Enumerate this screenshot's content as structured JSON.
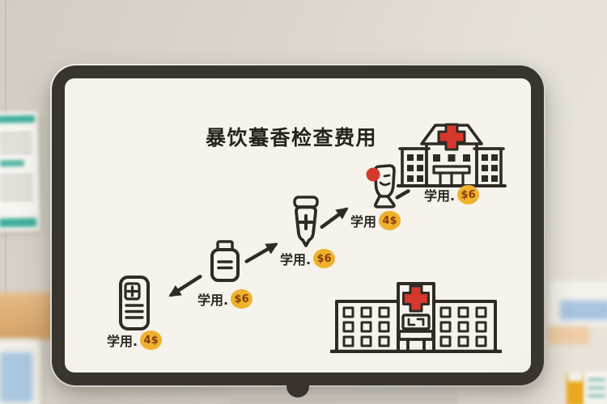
{
  "screen": {
    "title": "暴饮蟇香检查费用",
    "items": [
      {
        "name": "medicine-box",
        "label": "学用.",
        "price": "4$"
      },
      {
        "name": "medicine-jar",
        "label": "学用.",
        "price": "$6"
      },
      {
        "name": "dropper-vial",
        "label": "学用.",
        "price": "$6"
      },
      {
        "name": "mascot-figure",
        "label": "学用",
        "price": "4$"
      },
      {
        "name": "small-hospital",
        "label": "学用.",
        "price": "$6"
      }
    ],
    "large_hospital": {
      "name": "large-hospital"
    },
    "icons": {
      "medicine-box": "first-aid-box-icon",
      "medicine-jar": "pill-jar-icon",
      "dropper-vial": "dropper-vial-icon",
      "mascot-figure": "mascot-figure-icon",
      "small-hospital": "hospital-building-icon",
      "large-hospital": "hospital-building-icon",
      "arrows": "hand-drawn-arrow-icon",
      "cross": "red-cross-icon"
    }
  },
  "colors": {
    "badge_bg": "#eeb22d",
    "badge_text": "#8a3c0e",
    "line": "#2e2b26",
    "cross_red": "#d5382c",
    "screen_bg": "#f5f2ea",
    "bezel": "#39352e",
    "wall": "#d8d3c8",
    "accent_teal": "#3fae9e",
    "accent_blue": "#a9c7df",
    "accent_orange": "#e8a81f"
  }
}
